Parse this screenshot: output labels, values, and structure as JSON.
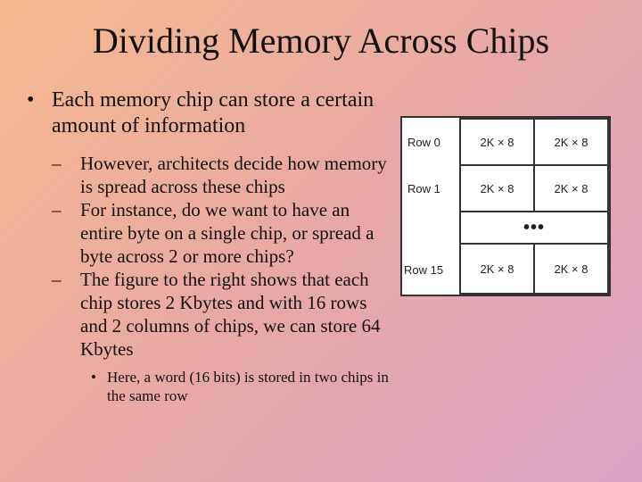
{
  "title": "Dividing Memory Across Chips",
  "bullets": [
    {
      "text": "Each memory chip can store a certain amount of information",
      "sub": [
        "However, architects decide how memory is spread across these chips",
        "For instance, do we want to have an entire byte on a single chip, or spread a byte across 2 or more chips?",
        "The figure to the right shows that each chip stores 2 Kbytes and with 16 rows and 2 columns of chips, we can store 64 Kbytes"
      ],
      "subsub": [
        "Here, a word (16 bits) is stored in two chips in the same row"
      ]
    }
  ],
  "figure": {
    "rows": [
      {
        "label": "Row 0",
        "cells": [
          "2K × 8",
          "2K × 8"
        ]
      },
      {
        "label": "Row 1",
        "cells": [
          "2K × 8",
          "2K × 8"
        ]
      },
      {
        "label": "Row 15",
        "cells": [
          "2K × 8",
          "2K × 8"
        ]
      }
    ],
    "ellipsis": "•••"
  }
}
